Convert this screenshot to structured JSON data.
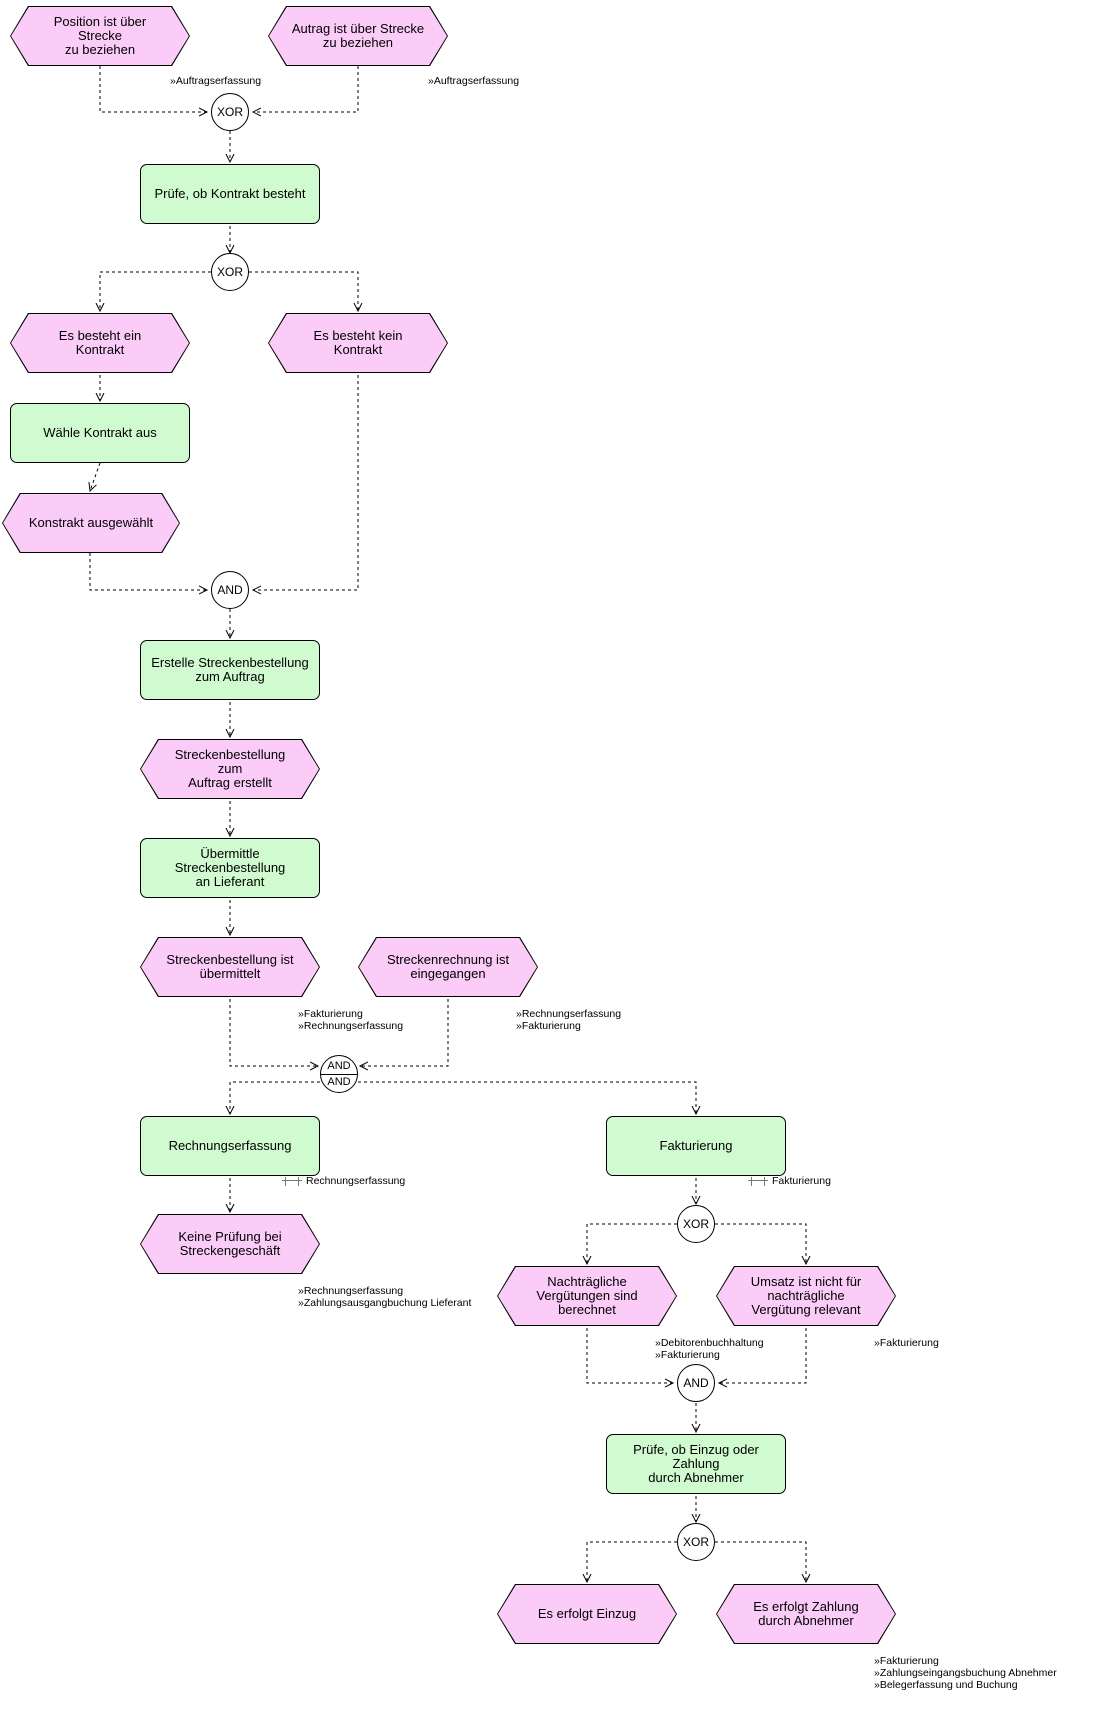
{
  "nodes": {
    "e_pos_strecke": "Position ist über Strecke\nzu beziehen",
    "e_auftrag_strecke": "Autrag ist über Strecke\nzu beziehen",
    "g_xor1": "XOR",
    "f_pruefe_kontrakt": "Prüfe, ob Kontrakt besteht",
    "g_xor2": "XOR",
    "e_kontrakt_ja": "Es besteht ein Kontrakt",
    "e_kontrakt_nein": "Es besteht kein\nKontrakt",
    "f_waehle_kontrakt": "Wähle Kontrakt aus",
    "e_kontrakt_gewaehlt": "Konstrakt ausgewählt",
    "g_and1": "AND",
    "f_erstelle_bestellung": "Erstelle Streckenbestellung\nzum Auftrag",
    "e_bestellung_erstellt": "Streckenbestellung zum\nAuftrag erstellt",
    "f_uebermittle": "Übermittle Streckenbestellung\nan Lieferant",
    "e_bestellung_uebermittelt": "Streckenbestellung ist\nübermittelt",
    "e_rechnung_eingegangen": "Streckenrechnung ist\neingegangen",
    "g_and_join": "AND",
    "g_and_split": "AND",
    "f_rechnungserfassung": "Rechnungserfassung",
    "f_fakturierung": "Fakturierung",
    "e_keine_pruefung": "Keine Prüfung bei\nStreckengeschäft",
    "g_xor3": "XOR",
    "e_nachtraegliche": "Nachträgliche\nVergütungen sind\nberechnet",
    "e_umsatz": "Umsatz ist nicht für\nnachträgliche\nVergütung relevant",
    "g_and2": "AND",
    "f_pruefe_einzug": "Prüfe, ob Einzug oder Zahlung\ndurch Abnehmer",
    "g_xor4": "XOR",
    "e_einzug": "Es erfolgt Einzug",
    "e_zahlung": "Es erfolgt Zahlung\ndurch Abnehmer"
  },
  "notes": {
    "n1": [
      "»Auftragserfassung"
    ],
    "n2": [
      "»Auftragserfassung"
    ],
    "n3": [
      "»Fakturierung",
      "»Rechnungserfassung"
    ],
    "n4": [
      "»Rechnungserfassung",
      "»Fakturierung"
    ],
    "n5": [
      "»Rechnungserfassung",
      "»Zahlungsausgangbuchung Lieferant"
    ],
    "n6": [
      "»Debitorenbuchhaltung",
      "»Fakturierung"
    ],
    "n7": [
      "»Fakturierung"
    ],
    "n8": [
      "»Fakturierung",
      "»Zahlungseingangsbuchung Abnehmer",
      "»Belegerfassung und Buchung"
    ]
  },
  "systems": {
    "s_rechnung": "Rechnungserfassung",
    "s_faktura": "Fakturierung"
  },
  "colors": {
    "event_fill": "#fbccf8",
    "function_fill": "#d0fbd0",
    "gateway_fill": "#ffffff",
    "stroke": "#000000"
  }
}
